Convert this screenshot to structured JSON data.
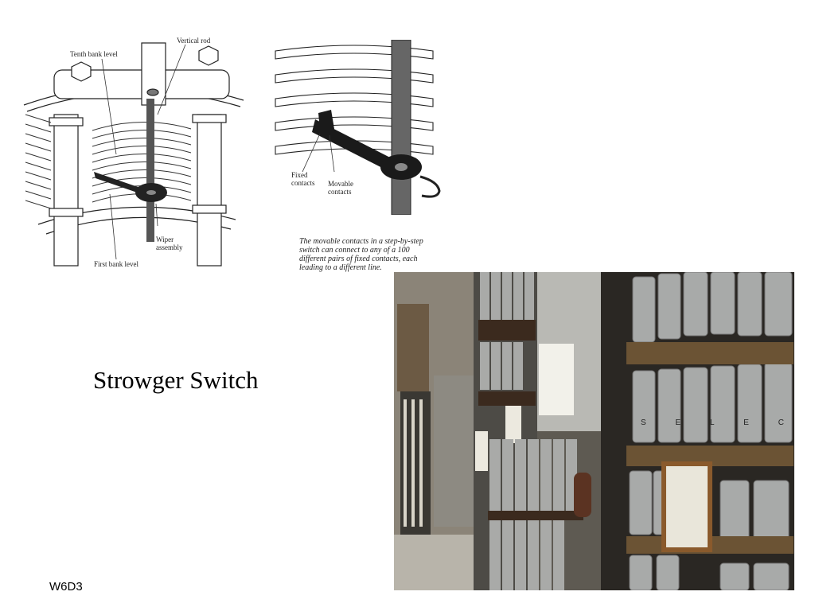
{
  "slide": {
    "title": "Strowger Switch",
    "footer": "W6D3"
  },
  "figure_left": {
    "labels": {
      "tenth_bank": "Tenth bank level",
      "vertical_rod": "Vertical rod",
      "wiper_assembly_1": "Wiper",
      "wiper_assembly_2": "assembly",
      "first_bank": "First bank level"
    }
  },
  "figure_right": {
    "labels": {
      "fixed_1": "Fixed",
      "fixed_2": "contacts",
      "movable_1": "Movable",
      "movable_2": "contacts"
    },
    "caption": {
      "line1": "The movable contacts in a step-by-step",
      "line2": "switch can connect to any of a 100",
      "line3": "different pairs of fixed contacts, each",
      "line4": "leading to a different line."
    }
  },
  "photo": {
    "panel_letters": [
      "S",
      "E",
      "L",
      "E",
      "C"
    ]
  }
}
